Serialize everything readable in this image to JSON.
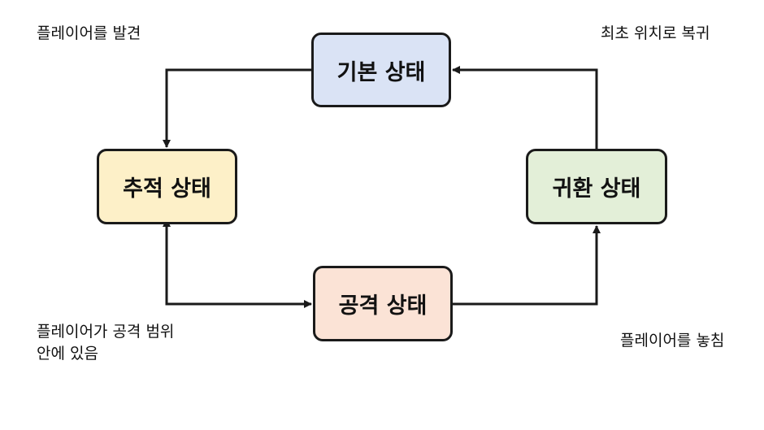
{
  "states": {
    "default": {
      "label": "기본 상태",
      "color": "#dae3f5"
    },
    "chase": {
      "label": "추적 상태",
      "color": "#fdf0c8"
    },
    "return": {
      "label": "귀환 상태",
      "color": "#e3efd8"
    },
    "attack": {
      "label": "공격 상태",
      "color": "#fbe3d6"
    }
  },
  "transitions": {
    "player_detected": "플레이어를 발견",
    "return_to_origin": "최초 위치로 복귀",
    "in_attack_range_line1": "플레이어가 공격 범위",
    "in_attack_range_line2": "안에 있음",
    "player_lost": "플레이어를 놓침"
  },
  "style": {
    "line_color": "#1a1a1a"
  }
}
